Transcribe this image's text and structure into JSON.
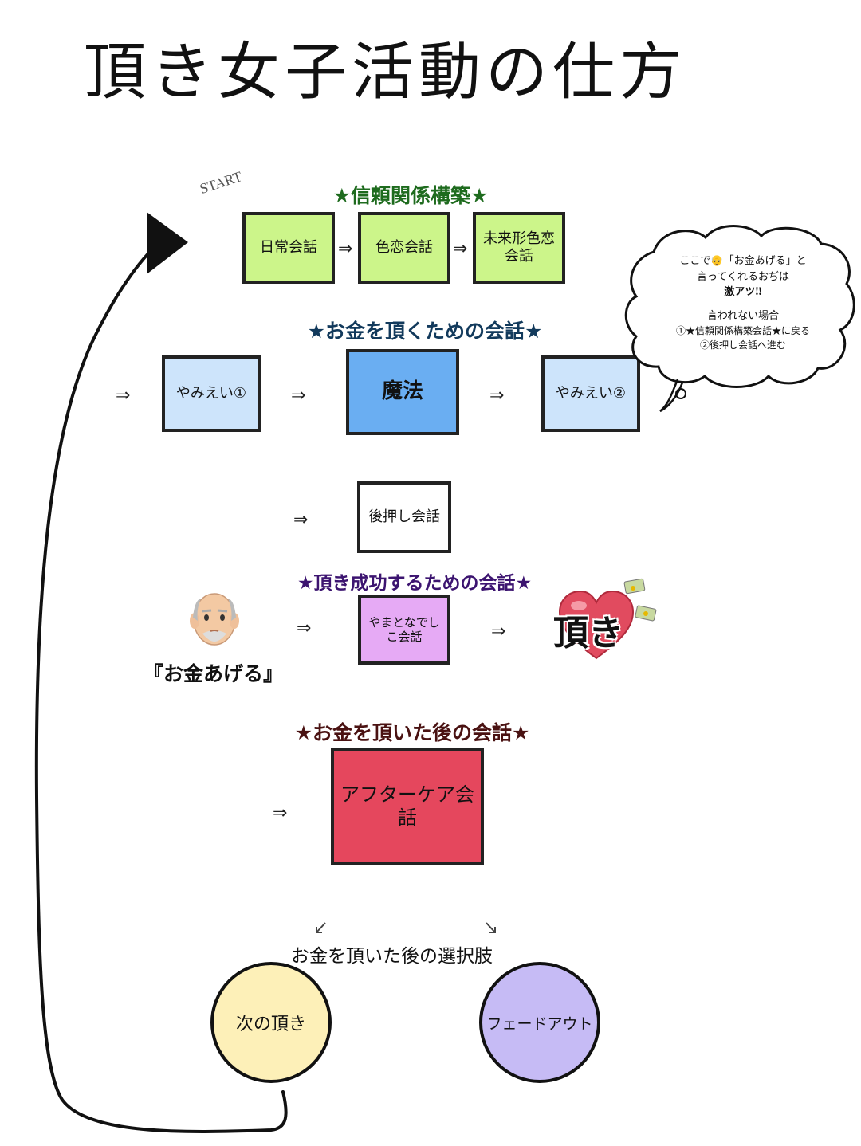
{
  "title": "頂き女子活動の仕方",
  "start_label": "START",
  "sections": {
    "trust": "★信頼関係構築★",
    "money": "★お金を頂くための会話★",
    "success": "★頂き成功するための会話★",
    "after": "★お金を頂いた後の会話★"
  },
  "boxes": {
    "daily": "日常会話",
    "romance": "色恋会話",
    "future": "未来形色恋会話",
    "yamiei1": "やみえい①",
    "magic": "魔法",
    "yamiei2": "やみえい②",
    "push": "後押し会話",
    "yamato": "やまとなでしこ会話",
    "aftercare": "アフターケア会話"
  },
  "arrow_symbol": "⇒",
  "old_man_quote": "『お金あげる』",
  "itadaki_sticker": "頂き",
  "choices_label": "お金を頂いた後の選択肢",
  "choices": {
    "next": "次の頂き",
    "fade": "フェードアウト"
  },
  "cloud": {
    "line1": "ここで👴「お金あげる」と",
    "line2": "言ってくれるおぢは",
    "line3": "激アツ‼",
    "line4": "言われない場合",
    "line5": "①★信頼関係構築会話★に戻る",
    "line6": "②後押し会話へ進む"
  },
  "colors": {
    "green": "#ccf58a",
    "light_blue": "#cde4fb",
    "blue": "#6aaef2",
    "purple_box": "#e6aaf5",
    "red": "#e5475d",
    "yellow_circle": "#fdf0b8",
    "purple_circle": "#c6bbf5",
    "trust_heading": "#1e6b1e",
    "money_heading": "#123a5c",
    "success_heading": "#3c1470",
    "after_heading": "#4a1212"
  }
}
